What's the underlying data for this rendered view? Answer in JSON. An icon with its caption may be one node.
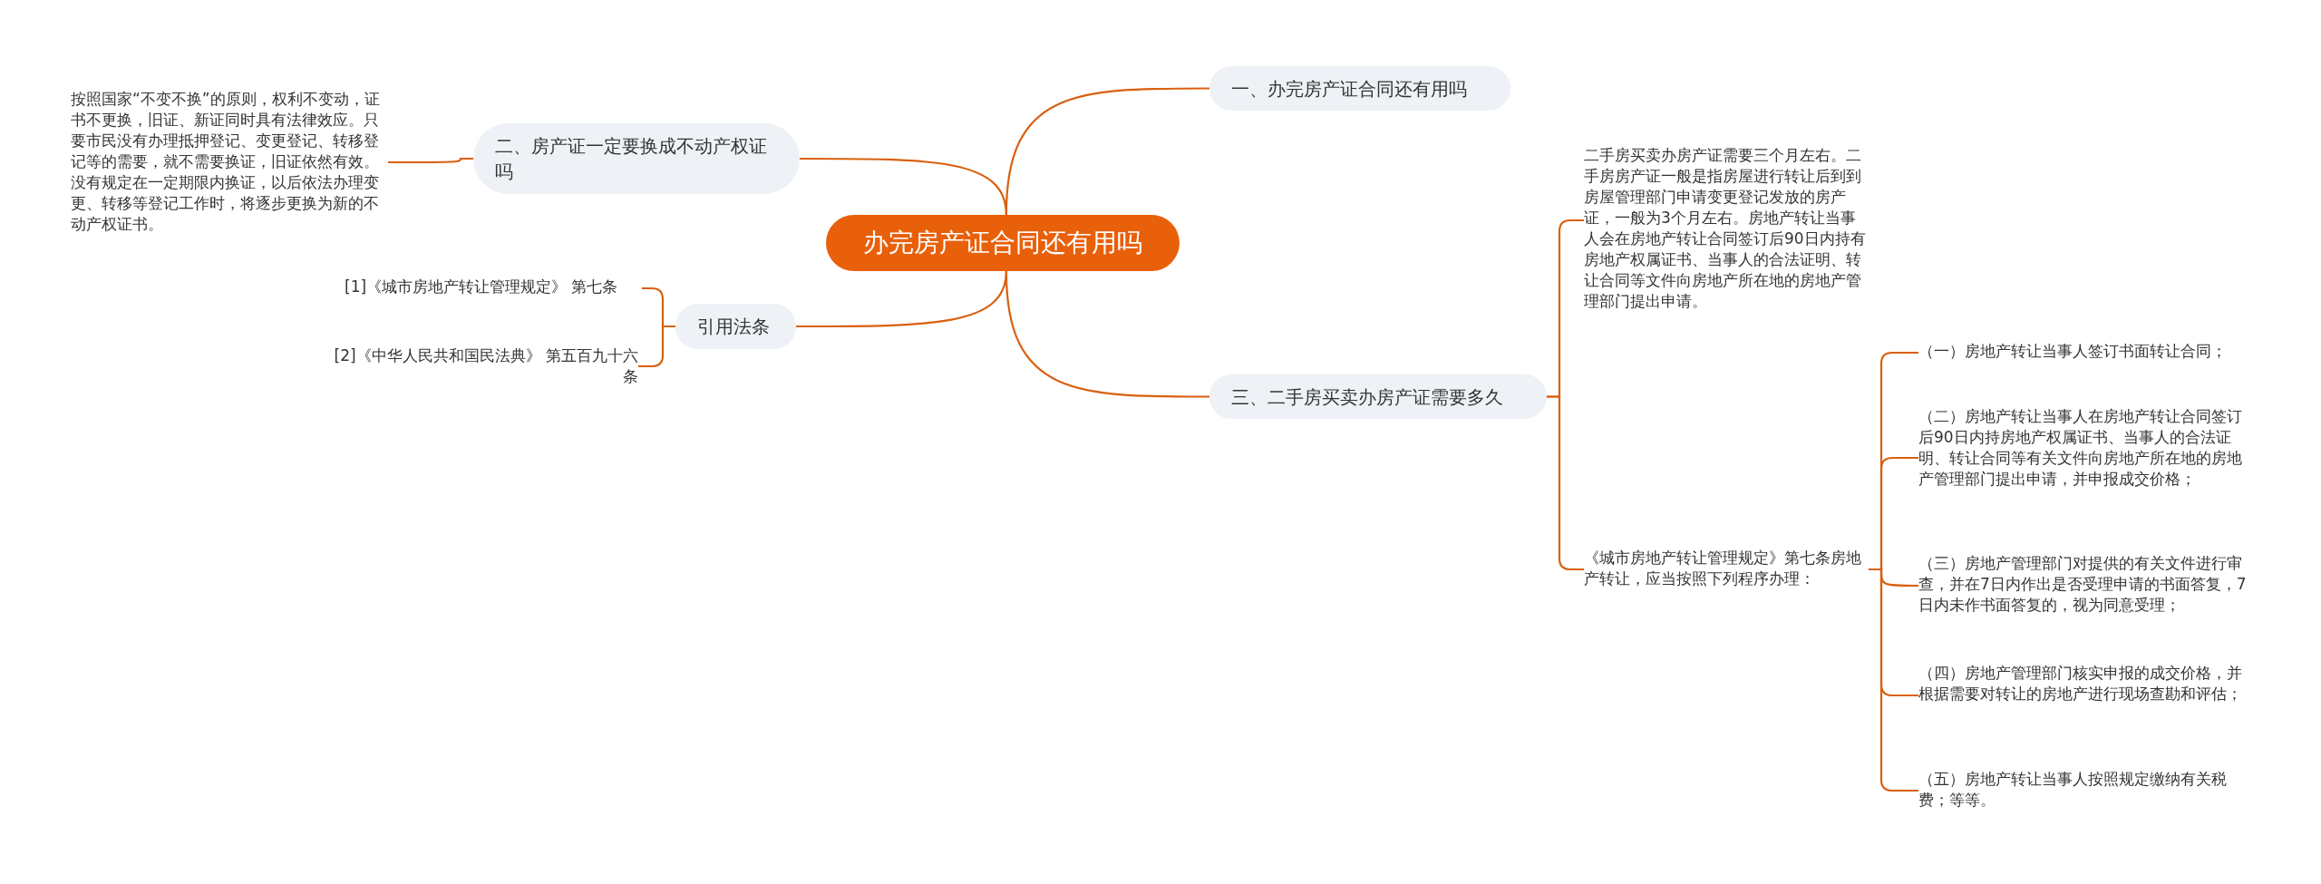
{
  "diagram": {
    "nodes": [
      {
        "text": [
          "办完房产证合同还有用吗"
        ]
      },
      {
        "text": [
          "一、办完房产证合同还有用吗"
        ]
      },
      {
        "text": [
          "二、房产证一定要换成不动产权证吗"
        ]
      },
      {
        "text": [
          "按照国家“不变不换”的原则，权利不变动，证书不更换，旧证、新证同时具有法律效应。只要市民没有办理抵押登记、变更登记、转移登记等的需要，就不需要换证，旧证依然有效。没有规定在一定期限内换证，以后依法办理变更、转移等登记工作时，将逐步更换为新的不动产权证书。"
        ]
      },
      {
        "text": [
          "引用法条"
        ]
      },
      {
        "text": [
          "[1]《城市房地产转让管理规定》 第七条"
        ]
      },
      {
        "text": [
          "[2]《中华人民共和国民法典》 第五百九十六条"
        ]
      },
      {
        "text": [
          "三、二手房买卖办房产证需要多久"
        ]
      },
      {
        "text": [
          "二手房买卖办房产证需要三个月左右。二手房房产证一般是指房屋进行转让后到到房屋管理部门申请变更登记发放的房产证，一般为3个月左右。房地产转让当事人会在房地产转让合同签订后90日内持有房地产权属证书、当事人的合法证明、转让合同等文件向房地产所在地的房地产管理部门提出申请。"
        ]
      },
      {
        "text": [
          "《城市房地产转让管理规定》第七条房地产转让，应当按照下列程序办理："
        ]
      },
      {
        "text": [
          "（一）房地产转让当事人签订书面转让合同；"
        ]
      },
      {
        "text": [
          "（二）房地产转让当事人在房地产转让合同签订后90日内持房地产权属证书、当事人的合法证明、转让合同等有关文件向房地产所在地的房地产管理部门提出申请，并申报成交价格；"
        ]
      },
      {
        "text": [
          "（三）房地产管理部门对提供的有关文件进行审查，并在7日内作出是否受理申请的书面答复，7日内未作书面答复的，视为同意受理；"
        ]
      },
      {
        "text": [
          "（四）房地产管理部门核实申报的成交价格，并根据需要对转让的房地产进行现场查勘和评估；"
        ]
      },
      {
        "text": [
          "（五）房地产转让当事人按照规定缴纳有关税费；等等。"
        ]
      }
    ],
    "edges": [
      {
        "from": 0,
        "to": 1,
        "arrow": "none"
      },
      {
        "from": 0,
        "to": 2,
        "arrow": "none"
      },
      {
        "from": 2,
        "to": 3,
        "arrow": "none"
      },
      {
        "from": 0,
        "to": 4,
        "arrow": "none"
      },
      {
        "from": 4,
        "to": 5,
        "arrow": "none"
      },
      {
        "from": 4,
        "to": 6,
        "arrow": "none"
      },
      {
        "from": 0,
        "to": 7,
        "arrow": "none"
      },
      {
        "from": 7,
        "to": 8,
        "arrow": "none"
      },
      {
        "from": 7,
        "to": 9,
        "arrow": "none"
      },
      {
        "from": 9,
        "to": 10,
        "arrow": "none"
      },
      {
        "from": 9,
        "to": 11,
        "arrow": "none"
      },
      {
        "from": 9,
        "to": 12,
        "arrow": "none"
      },
      {
        "from": 9,
        "to": 13,
        "arrow": "none"
      },
      {
        "from": 9,
        "to": 14,
        "arrow": "none"
      }
    ]
  }
}
